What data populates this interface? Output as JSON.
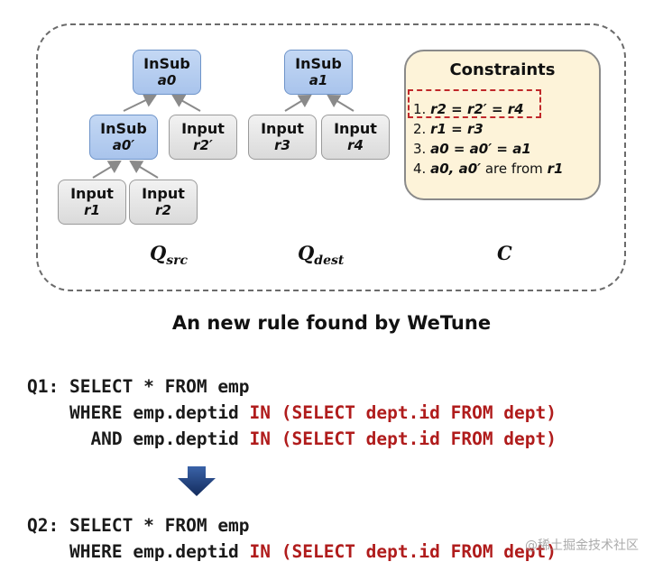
{
  "diagram": {
    "q_src": {
      "caption_main": "Q",
      "caption_sub": "src",
      "nodes": {
        "insub_top": {
          "title": "InSub",
          "sub": "a0"
        },
        "insub_mid": {
          "title": "InSub",
          "sub": "a0′"
        },
        "input_r2p": {
          "title": "Input",
          "sub": "r2′"
        },
        "input_r1": {
          "title": "Input",
          "sub": "r1"
        },
        "input_r2": {
          "title": "Input",
          "sub": "r2"
        }
      }
    },
    "q_dest": {
      "caption_main": "Q",
      "caption_sub": "dest",
      "nodes": {
        "insub_top": {
          "title": "InSub",
          "sub": "a1"
        },
        "input_r3": {
          "title": "Input",
          "sub": "r3"
        },
        "input_r4": {
          "title": "Input",
          "sub": "r4"
        }
      }
    },
    "constraints": {
      "title": "Constraints",
      "caption": "C",
      "items": [
        {
          "num": "1.",
          "expr": "r2 = r2′ = r4",
          "rest": ""
        },
        {
          "num": "2.",
          "expr": "r1 = r3",
          "rest": ""
        },
        {
          "num": "3.",
          "expr": "a0 = a0′ = a1",
          "rest": ""
        },
        {
          "num": "4.",
          "expr": "a0, a0′",
          "rest": " are from ",
          "expr2": "r1"
        }
      ]
    }
  },
  "heading": "An new rule found by WeTune",
  "q1": {
    "line1": "Q1: SELECT * FROM emp",
    "line2_a": "    WHERE emp.deptid ",
    "line2_b": "IN (SELECT dept.id FROM dept)",
    "line3_a": "      AND emp.deptid ",
    "line3_b": "IN (SELECT dept.id FROM dept)"
  },
  "q2": {
    "line1": "Q2: SELECT * FROM emp",
    "line2_a": "    WHERE emp.deptid ",
    "line2_b": "IN (SELECT dept.id FROM dept)"
  },
  "watermark": "@稀土掘金技术社区",
  "colors": {
    "blue_node": "#b3cbee",
    "grey_node": "#e4e4e4",
    "constraints_bg": "#fdf3d9",
    "highlight": "#c0282a",
    "code_red": "#b01c1c",
    "arrow": "#1f3f7a"
  }
}
